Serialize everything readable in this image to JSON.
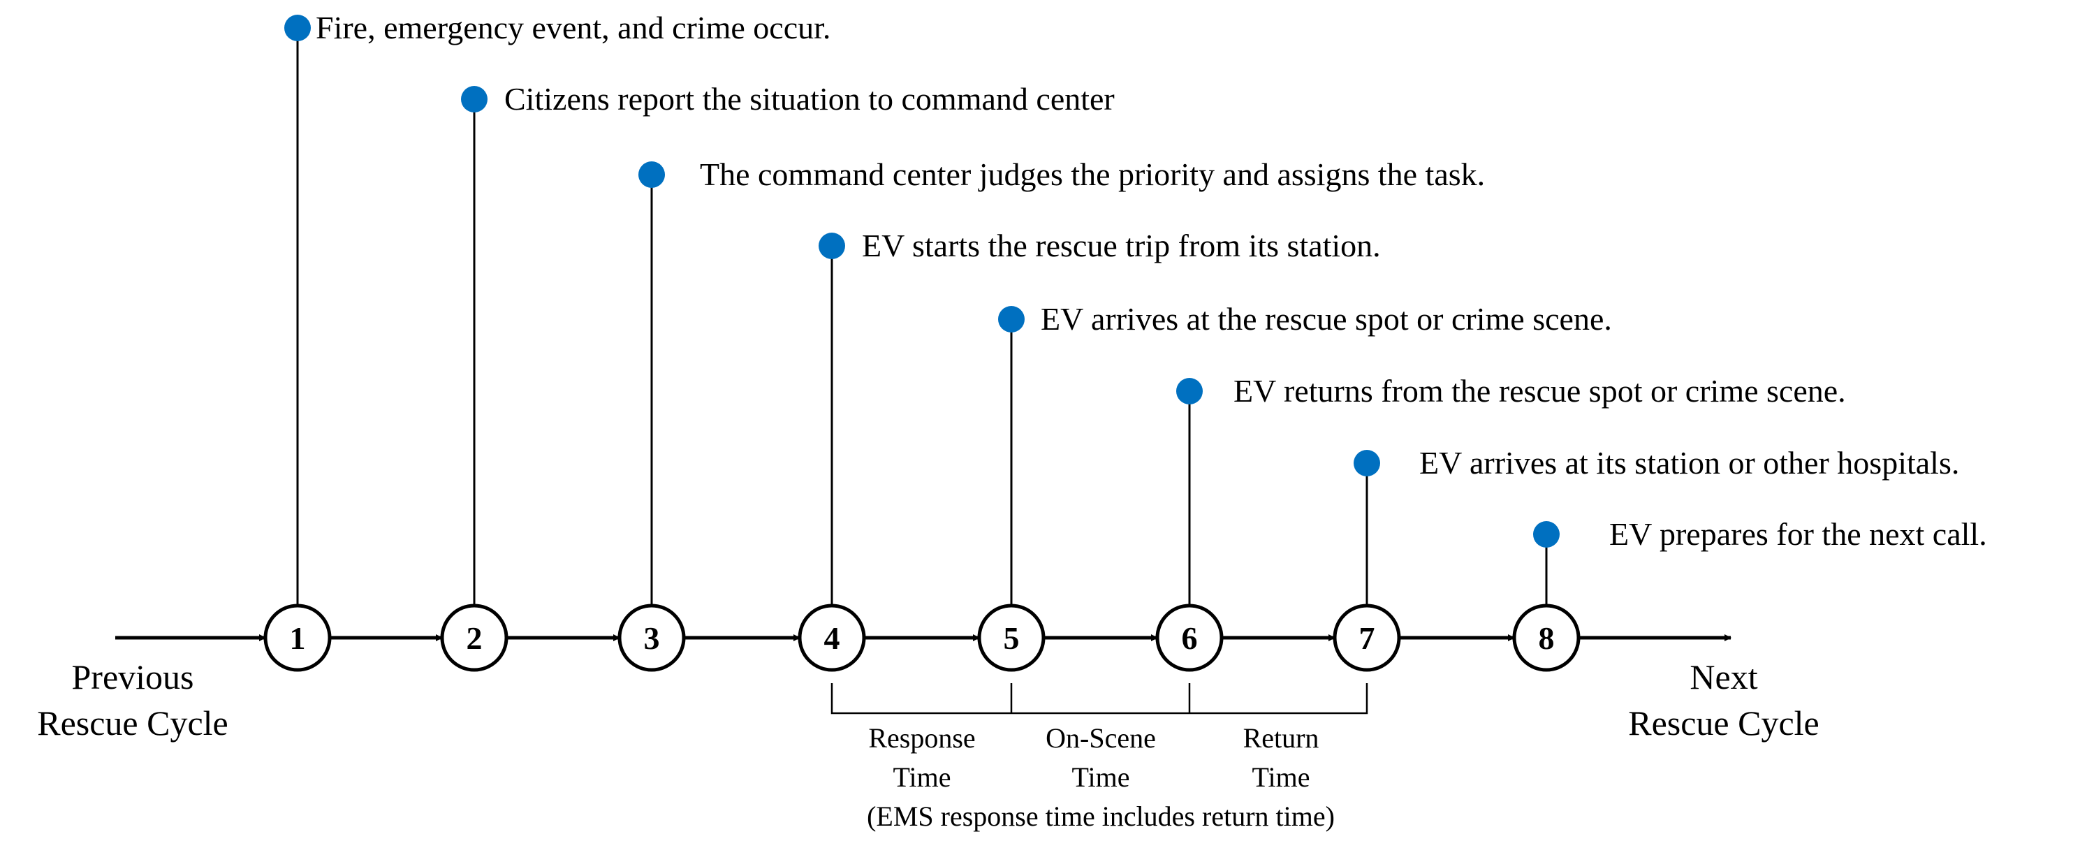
{
  "colors": {
    "marker": "#0070C0",
    "line": "#000000",
    "background": "#FFFFFF"
  },
  "events": [
    {
      "node": "1",
      "text": "Fire, emergency event, and crime occur."
    },
    {
      "node": "2",
      "text": "Citizens report the situation to command center"
    },
    {
      "node": "3",
      "text": "The command center judges the priority and assigns the task."
    },
    {
      "node": "4",
      "text": "EV starts the rescue trip from its station."
    },
    {
      "node": "5",
      "text": "EV arrives at the rescue spot or crime scene."
    },
    {
      "node": "6",
      "text": "EV returns from the rescue spot or crime scene."
    },
    {
      "node": "7",
      "text": "EV arrives at its station or other hospitals."
    },
    {
      "node": "8",
      "text": "EV prepares for the next call."
    }
  ],
  "previous_cycle": {
    "line1": "Previous",
    "line2": "Rescue Cycle"
  },
  "next_cycle": {
    "line1": "Next",
    "line2": "Rescue Cycle"
  },
  "phases": [
    {
      "line1": "Response",
      "line2": "Time"
    },
    {
      "line1": "On-Scene",
      "line2": "Time"
    },
    {
      "line1": "Return",
      "line2": "Time"
    }
  ],
  "phase_note": "(EMS response time includes return time)"
}
